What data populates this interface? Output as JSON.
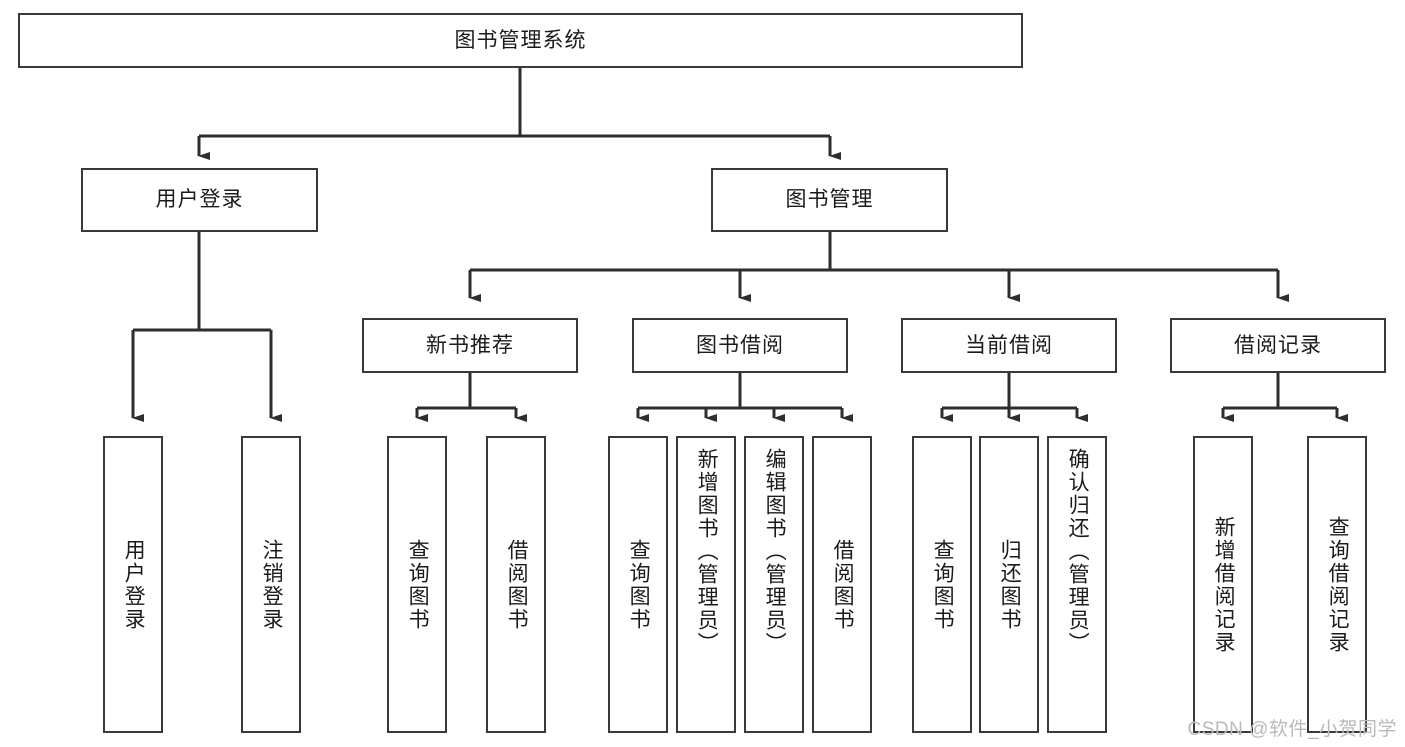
{
  "diagram": {
    "type": "tree-hierarchy",
    "title": "图书管理系统",
    "watermark": "CSDN @软件_小贺同学",
    "colors": {
      "stroke": "#3a3a3a",
      "fill": "#ffffff",
      "text": "#1b1b1b",
      "watermark": "#b9b9b9"
    },
    "nodes": {
      "root": {
        "label": "图书管理系统",
        "level": 1
      },
      "l2": [
        {
          "id": "user-login",
          "label": "用户登录"
        },
        {
          "id": "book-manage",
          "label": "图书管理"
        }
      ],
      "l3": [
        {
          "id": "new-book-recommend",
          "label": "新书推荐"
        },
        {
          "id": "book-borrow",
          "label": "图书借阅"
        },
        {
          "id": "current-borrow",
          "label": "当前借阅"
        },
        {
          "id": "borrow-record",
          "label": "借阅记录"
        }
      ],
      "leaves": {
        "user-login": [
          {
            "id": "leaf-user-login",
            "label": "用户登录"
          },
          {
            "id": "leaf-logout",
            "label": "注销登录"
          }
        ],
        "new-book-recommend": [
          {
            "id": "leaf-query-book-1",
            "label": "查询图书"
          },
          {
            "id": "leaf-borrow-book-1",
            "label": "借阅图书"
          }
        ],
        "book-borrow": [
          {
            "id": "leaf-query-book-2",
            "label": "查询图书"
          },
          {
            "id": "leaf-add-book",
            "label": "新增图书（管理员）"
          },
          {
            "id": "leaf-edit-book",
            "label": "编辑图书（管理员）"
          },
          {
            "id": "leaf-borrow-book-2",
            "label": "借阅图书"
          }
        ],
        "current-borrow": [
          {
            "id": "leaf-query-book-3",
            "label": "查询图书"
          },
          {
            "id": "leaf-return-book",
            "label": "归还图书"
          },
          {
            "id": "leaf-confirm-return",
            "label": "确认归还（管理员）"
          }
        ],
        "borrow-record": [
          {
            "id": "leaf-add-record",
            "label": "新增借阅记录"
          },
          {
            "id": "leaf-query-record",
            "label": "查询借阅记录"
          }
        ]
      }
    }
  }
}
